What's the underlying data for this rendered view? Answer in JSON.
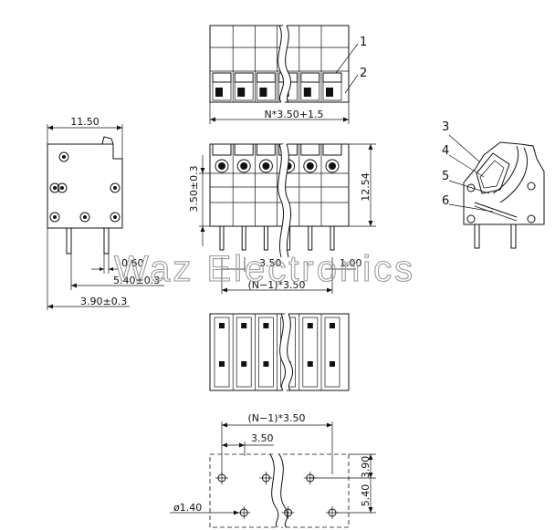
{
  "front_view": {
    "pitch_formula": "N*3.50+1.5",
    "callout_1": "1",
    "callout_2": "2"
  },
  "side_view": {
    "width": "11.50",
    "pin_width": "0.60",
    "pin_len": "5.40±0.3",
    "pin_offset": "3.90±0.3"
  },
  "center_view": {
    "height_left": "3.50±0.3",
    "height_right": "12.54",
    "pitch": "3.50",
    "pin_dia": "1.00",
    "span": "(N−1)*3.50"
  },
  "section_view": {
    "callout_3": "3",
    "callout_4": "4",
    "callout_5": "5",
    "callout_6": "6"
  },
  "footprint": {
    "span": "(N−1)*3.50",
    "pitch": "3.50",
    "row_offset": "3.90",
    "row_span": "5.40",
    "hole_dia": "ø1.40"
  },
  "watermark": "Waz Electronics"
}
